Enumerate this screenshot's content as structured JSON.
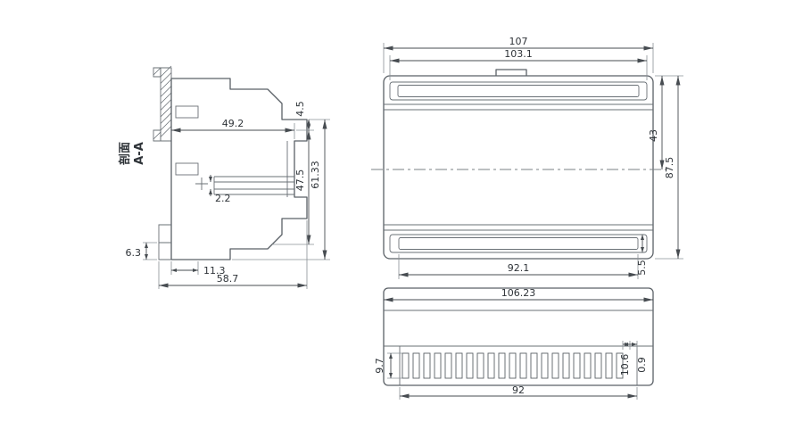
{
  "views": {
    "section": {
      "label_line1": "剖面",
      "label_line2": "A-A",
      "dim_width_top": "49.2",
      "dim_height_overall": "61.33",
      "dim_height_lip": "4.5",
      "dim_height_opening": "47.5",
      "dim_rib": "2.2",
      "dim_foot": "6.3",
      "dim_rail_offset": "11.3",
      "dim_depth": "58.7"
    },
    "front": {
      "dim_width_overall": "107",
      "dim_width_top_panel": "103.1",
      "dim_height_overall": "87.5",
      "dim_height_center_to_top": "43",
      "dim_width_bottom_panel": "92.1",
      "dim_panel_height": "5.5"
    },
    "bottom": {
      "dim_width_overall": "106.23",
      "dim_vent_span": "92",
      "dim_vent_height": "9.7",
      "dim_slot_pitch": "10.6",
      "dim_slot_rib": "0.9"
    }
  },
  "colors": {
    "line": "#5b6167",
    "dimension": "#474c51",
    "text": "#2e3338",
    "background": "#ffffff"
  }
}
